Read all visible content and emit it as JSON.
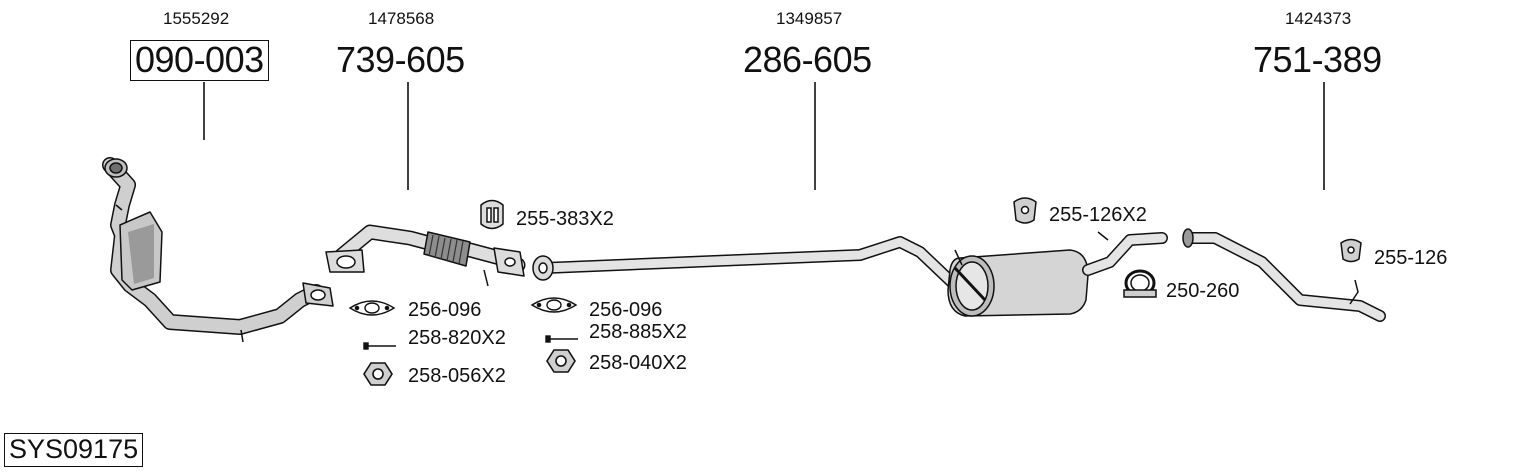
{
  "system_code": "SYS09175",
  "main_parts": [
    {
      "oem": "1555292",
      "part": "090-003",
      "boxed": true
    },
    {
      "oem": "1478568",
      "part": "739-605",
      "boxed": false
    },
    {
      "oem": "1349857",
      "part": "286-605",
      "boxed": false
    },
    {
      "oem": "1424373",
      "part": "751-389",
      "boxed": false
    }
  ],
  "accessories": {
    "a1": "255-383X2",
    "a2": "256-096",
    "a3": "258-820X2",
    "a4": "258-056X2",
    "a5": "256-096",
    "a6": "258-885X2",
    "a7": "258-040X2",
    "a8": "255-126X2",
    "a9": "250-260",
    "a10": "255-126"
  },
  "colors": {
    "line": "#111111",
    "part_fill": "#d9d9d9",
    "part_dark": "#8a8a8a"
  }
}
